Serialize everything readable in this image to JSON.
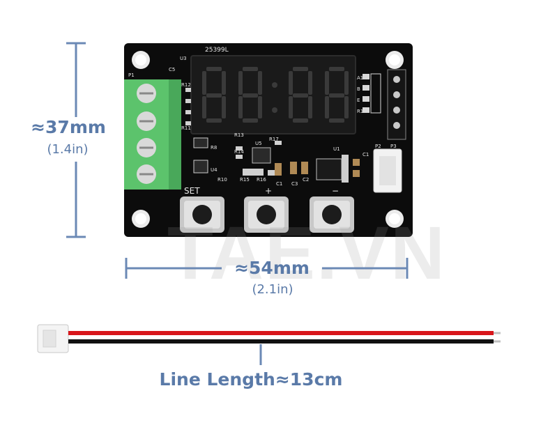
{
  "dimensions": {
    "height_mm": "≈37mm",
    "height_in": "(1.4in)",
    "width_mm": "≈54mm",
    "width_in": "(2.1in)",
    "line_length": "Line Length≈13cm"
  },
  "watermark": "TAE.VN",
  "board": {
    "part_number": "25399L",
    "display_digits": "88:88",
    "buttons": [
      "SET",
      "+",
      "−"
    ],
    "silkscreen": [
      "P1",
      "U3",
      "C5",
      "R12",
      "R11",
      "R13",
      "R8",
      "R14",
      "U5",
      "R17",
      "U4",
      "R10",
      "R15",
      "R16",
      "C1",
      "C3",
      "C2",
      "U1",
      "C1",
      "P2",
      "R1",
      "A1",
      "B",
      "E",
      "P3"
    ]
  },
  "colors": {
    "pcb": "#0c0c0c",
    "dimension_line": "#6b89b5",
    "terminal": "#5cc36c",
    "segment_off": "#3a3a3a",
    "wire_red": "#d8161b",
    "wire_black": "#111111",
    "watermark_red": "#e33b3b",
    "watermark_teal": "#58b8b1"
  }
}
